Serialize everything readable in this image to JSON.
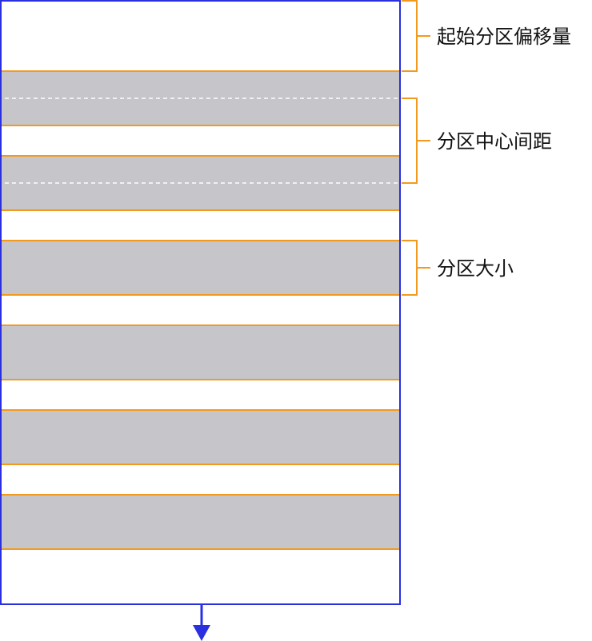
{
  "labels": {
    "start_offset": "起始分区偏移量",
    "section_center_spacing": "分区中心间距",
    "section_size": "分区大小"
  },
  "colors": {
    "container_border": "#2a2fe0",
    "section_fill": "#c5c5ca",
    "section_edge": "#f39a1e",
    "bracket": "#f39a1e",
    "center_line": "#ffffff",
    "arrow": "#2a2fe0",
    "text": "#111111"
  },
  "sections": {
    "count": 6
  },
  "scroll_direction": "down"
}
